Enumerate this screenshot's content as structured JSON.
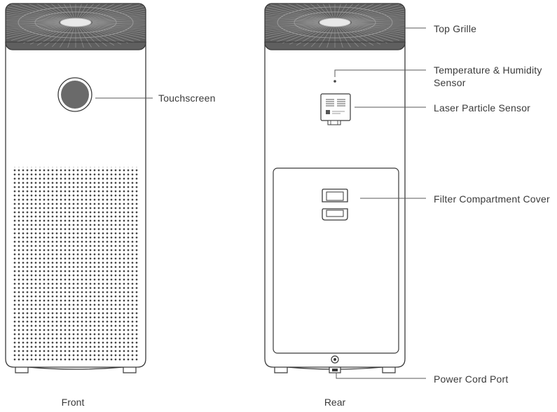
{
  "labels": {
    "touchscreen": "Touchscreen",
    "top_grille": "Top Grille",
    "temp_humidity_line1": "Temperature & Humidity",
    "temp_humidity_line2": "Sensor",
    "laser_particle": "Laser Particle Sensor",
    "filter_cover": "Filter Compartment Cover",
    "power_cord": "Power Cord Port"
  },
  "captions": {
    "front": "Front",
    "rear": "Rear"
  },
  "colors": {
    "outline": "#3a3a3a",
    "grille_fill": "#5f5f5f",
    "leader": "#5a5a5a"
  }
}
